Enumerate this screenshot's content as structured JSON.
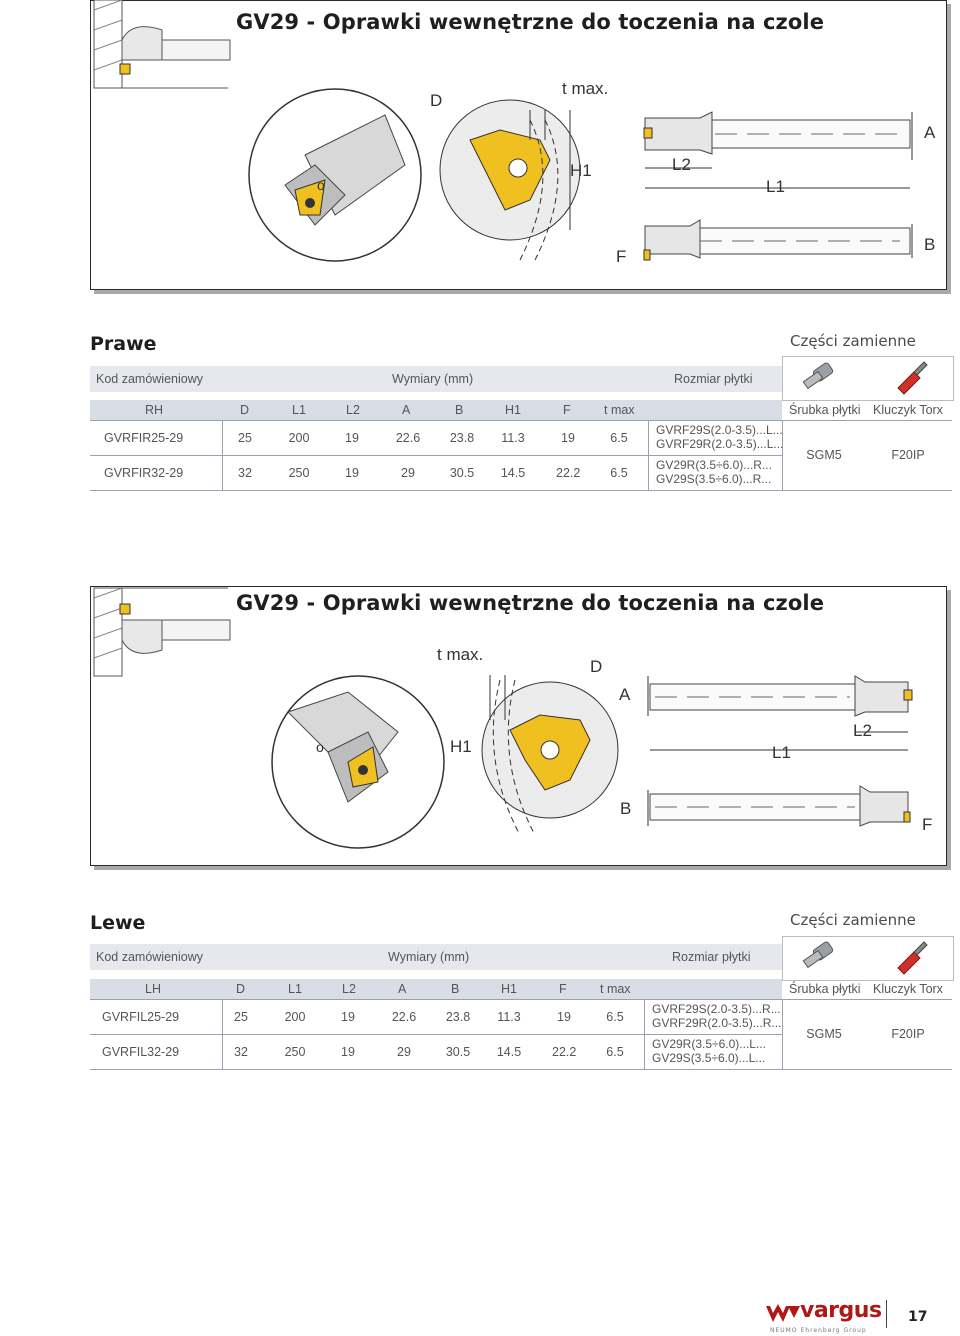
{
  "sections": [
    {
      "title": "GV29 - Oprawki wewnętrzne do toczenia na czole",
      "side_label": "Prawe",
      "spares_label": "Części zamienne",
      "header": {
        "order_code": "Kod zamówieniowy",
        "dimensions": "Wymiary (mm)",
        "insert_size": "Rozmiar płytki"
      },
      "columns": [
        "RH",
        "D",
        "L1",
        "L2",
        "A",
        "B",
        "H1",
        "F",
        "t max"
      ],
      "spare_columns": [
        "Śrubka płytki",
        "Kluczyk Torx"
      ],
      "rows": [
        {
          "code": "GVRFIR25-29",
          "D": "25",
          "L1": "200",
          "L2": "19",
          "A": "22.6",
          "B": "23.8",
          "H1": "11.3",
          "F": "19",
          "tmax": "6.5"
        },
        {
          "code": "GVRFIR32-29",
          "D": "32",
          "L1": "250",
          "L2": "19",
          "A": "29",
          "B": "30.5",
          "H1": "14.5",
          "F": "22.2",
          "tmax": "6.5"
        }
      ],
      "inserts": [
        "GVRF29S(2.0-3.5)...L...",
        "GVRF29R(2.0-3.5)...L...",
        "GV29R(3.5÷6.0)...R...",
        "GV29S(3.5÷6.0)...R..."
      ],
      "screw": "SGM5",
      "key": "F20IP",
      "drawing_labels": {
        "D": "D",
        "tmax": "t max.",
        "H1": "H1",
        "L2": "L2",
        "L1": "L1",
        "A": "A",
        "B": "B",
        "F": "F"
      }
    },
    {
      "title": "GV29 - Oprawki wewnętrzne do toczenia na czole",
      "side_label": "Lewe",
      "spares_label": "Części zamienne",
      "header": {
        "order_code": "Kod zamówieniowy",
        "dimensions": "Wymiary (mm)",
        "insert_size": "Rozmiar płytki"
      },
      "columns": [
        "LH",
        "D",
        "L1",
        "L2",
        "A",
        "B",
        "H1",
        "F",
        "t max"
      ],
      "spare_columns": [
        "Śrubka płytki",
        "Kluczyk Torx"
      ],
      "rows": [
        {
          "code": "GVRFIL25-29",
          "D": "25",
          "L1": "200",
          "L2": "19",
          "A": "22.6",
          "B": "23.8",
          "H1": "11.3",
          "F": "19",
          "tmax": "6.5"
        },
        {
          "code": "GVRFIL32-29",
          "D": "32",
          "L1": "250",
          "L2": "19",
          "A": "29",
          "B": "30.5",
          "H1": "14.5",
          "F": "22.2",
          "tmax": "6.5"
        }
      ],
      "inserts": [
        "GVRF29S(2.0-3.5)...R...",
        "GVRF29R(2.0-3.5)...R...",
        "GV29R(3.5÷6.0)...L...",
        "GV29S(3.5÷6.0)...L..."
      ],
      "screw": "SGM5",
      "key": "F20IP",
      "drawing_labels": {
        "D": "D",
        "tmax": "t max.",
        "H1": "H1",
        "L2": "L2",
        "L1": "L1",
        "A": "A",
        "B": "B",
        "F": "F"
      }
    }
  ],
  "footer": {
    "brand": "vargus",
    "brand_sub": "NEUMO Ehrenberg Group",
    "page_number": "17"
  },
  "colors": {
    "insert_yellow": "#f0c020",
    "header_band": "#e6e8ee",
    "brand_red": "#b01818",
    "key_red": "#d0302a"
  },
  "icons": [
    "screw-icon",
    "torx-key-icon",
    "insert-icon",
    "tool-holder-icon"
  ]
}
